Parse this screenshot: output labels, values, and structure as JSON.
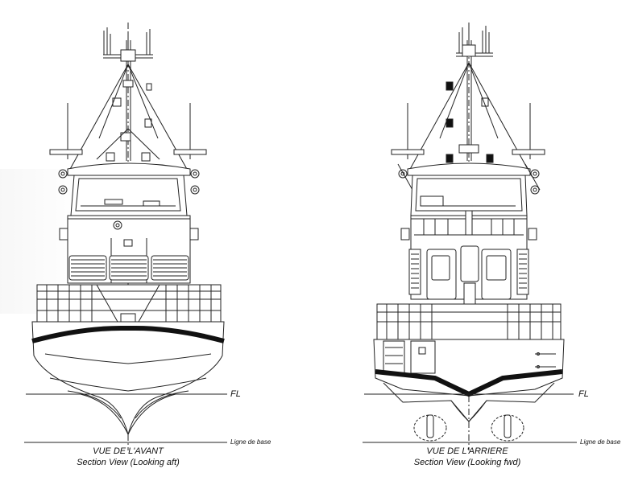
{
  "front_view": {
    "title_fr": "VUE DE L'AVANT",
    "title_en": "Section View (Looking aft)",
    "waterline_label": "FL",
    "baseline_label": "Ligne de base"
  },
  "rear_view": {
    "title_fr": "VUE DE L'ARRIERE",
    "title_en": "Section View (Looking fwd)",
    "waterline_label": "FL",
    "baseline_label": "Ligne de base"
  },
  "colors": {
    "line": "#222222",
    "fill": "#ffffff",
    "rubbing_strake": "#111111"
  }
}
